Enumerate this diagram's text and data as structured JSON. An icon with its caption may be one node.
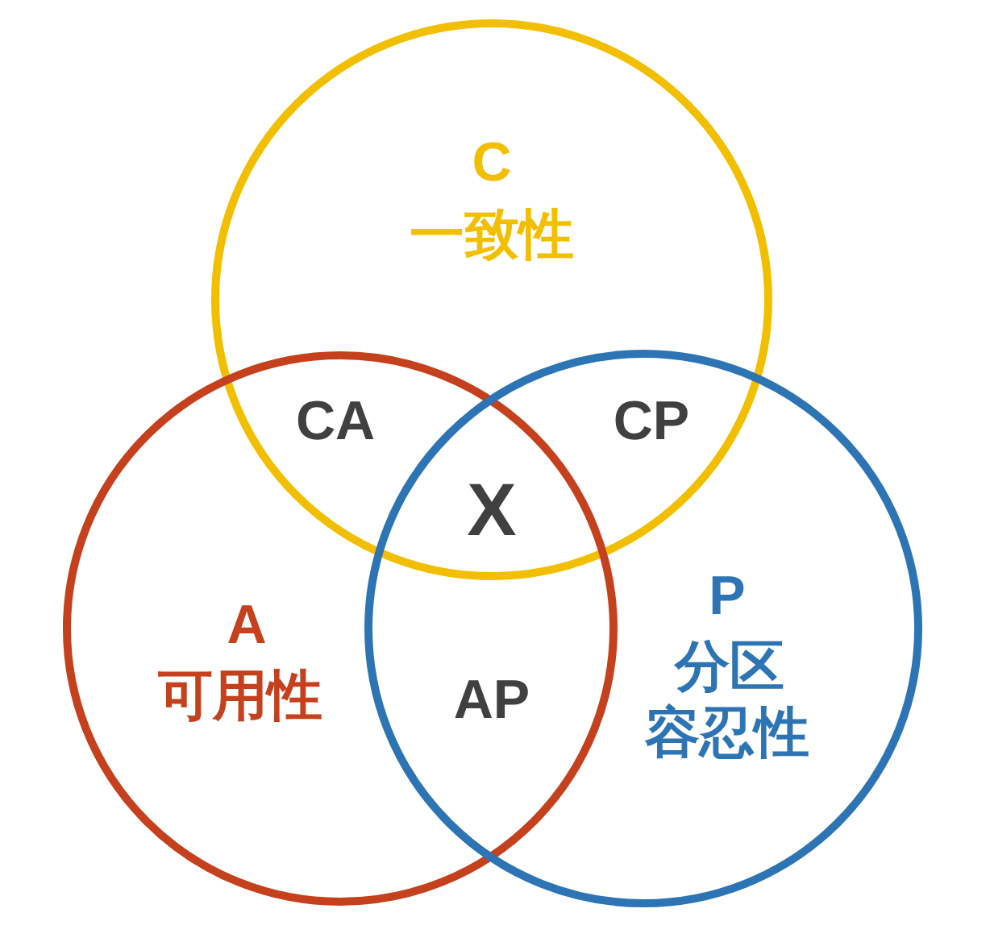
{
  "diagram": {
    "nodes": [
      {
        "text": [
          "C",
          "一致性"
        ]
      },
      {
        "text": [
          "A",
          "可用性"
        ]
      },
      {
        "text": [
          "P",
          "分区容忍性"
        ]
      }
    ],
    "labels": [
      "CA",
      "CP",
      "X",
      "AP"
    ]
  }
}
